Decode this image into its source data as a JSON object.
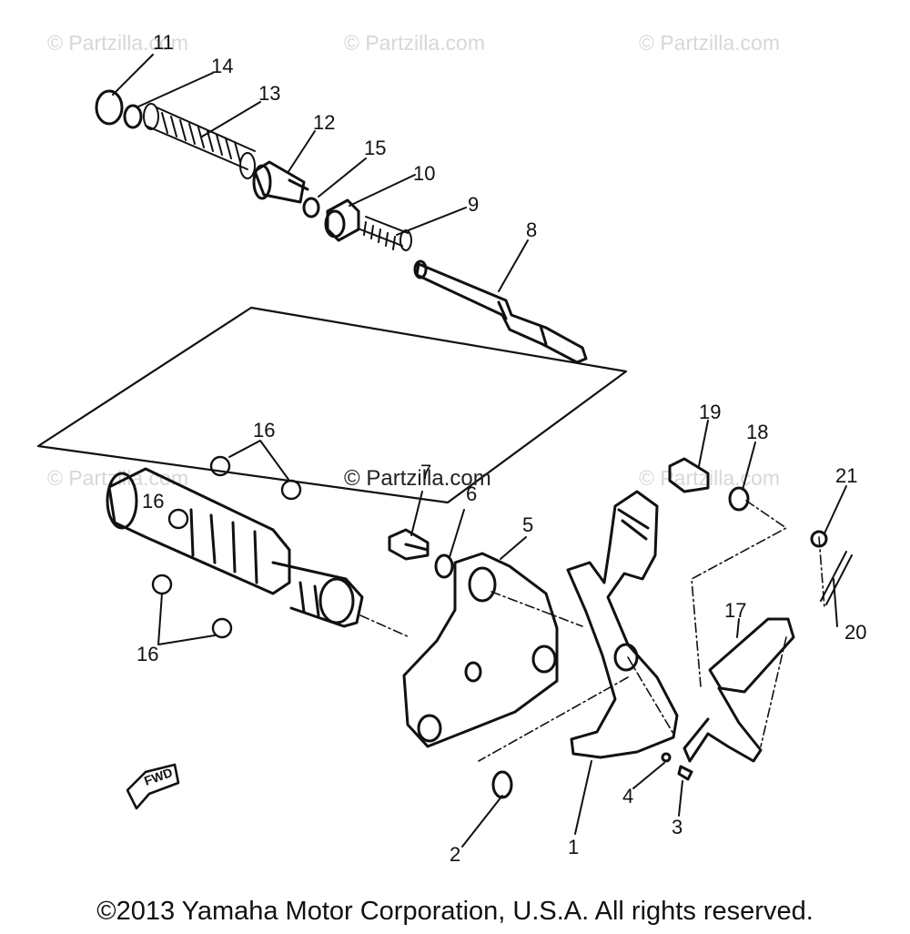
{
  "watermarks": [
    "© Partzilla.com",
    "© Partzilla.com",
    "© Partzilla.com",
    "© Partzilla.com",
    "© Partzilla.com"
  ],
  "center_watermark": "© Partzilla.com",
  "fwd_label": "FWD",
  "callouts": [
    "11",
    "14",
    "13",
    "12",
    "15",
    "10",
    "9",
    "8",
    "16",
    "16",
    "16",
    "7",
    "6",
    "5",
    "19",
    "18",
    "21",
    "17",
    "20",
    "1",
    "2",
    "3",
    "4"
  ],
  "copyright": "©2013 Yamaha Motor Corporation, U.S.A. All rights reserved."
}
